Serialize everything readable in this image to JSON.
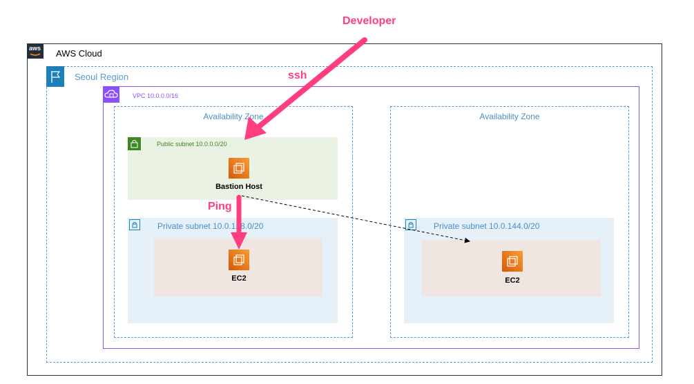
{
  "aws_cloud": {
    "label": "AWS Cloud",
    "logo_text": "aws",
    "logo_icon": "aws-logo-icon"
  },
  "region": {
    "label": "Seoul Region",
    "icon": "flag-icon"
  },
  "vpc": {
    "label": "VPC 10.0.0.0/16",
    "icon": "vpc-cloud-lock-icon"
  },
  "az_left": {
    "label": "Availability Zone"
  },
  "az_right": {
    "label": "Availability Zone"
  },
  "public_subnet": {
    "label": "Public subnet 10.0.0.0/20",
    "icon": "lock-icon"
  },
  "private_subnet_left": {
    "label": "Private subnet 10.0.128.0/20",
    "icon": "lock-icon"
  },
  "private_subnet_right": {
    "label": "Private subnet 10.0.144.0/20",
    "icon": "lock-icon"
  },
  "bastion": {
    "label": "Bastion Host",
    "icon": "ec2-instance-icon"
  },
  "ec2_left": {
    "label": "EC2",
    "icon": "ec2-instance-icon"
  },
  "ec2_right": {
    "label": "EC2",
    "icon": "ec2-instance-icon"
  },
  "annotations": {
    "developer": "Developer",
    "ssh": "ssh",
    "ping": "Ping"
  },
  "colors": {
    "annotation": "#ff3e7f",
    "vpc": "#8c4fff",
    "region": "#5a9bd5",
    "public_subnet": "#3f8624",
    "private_subnet": "#1b7fb9",
    "ec2": "#ed7100",
    "aws": "#232f3e"
  }
}
